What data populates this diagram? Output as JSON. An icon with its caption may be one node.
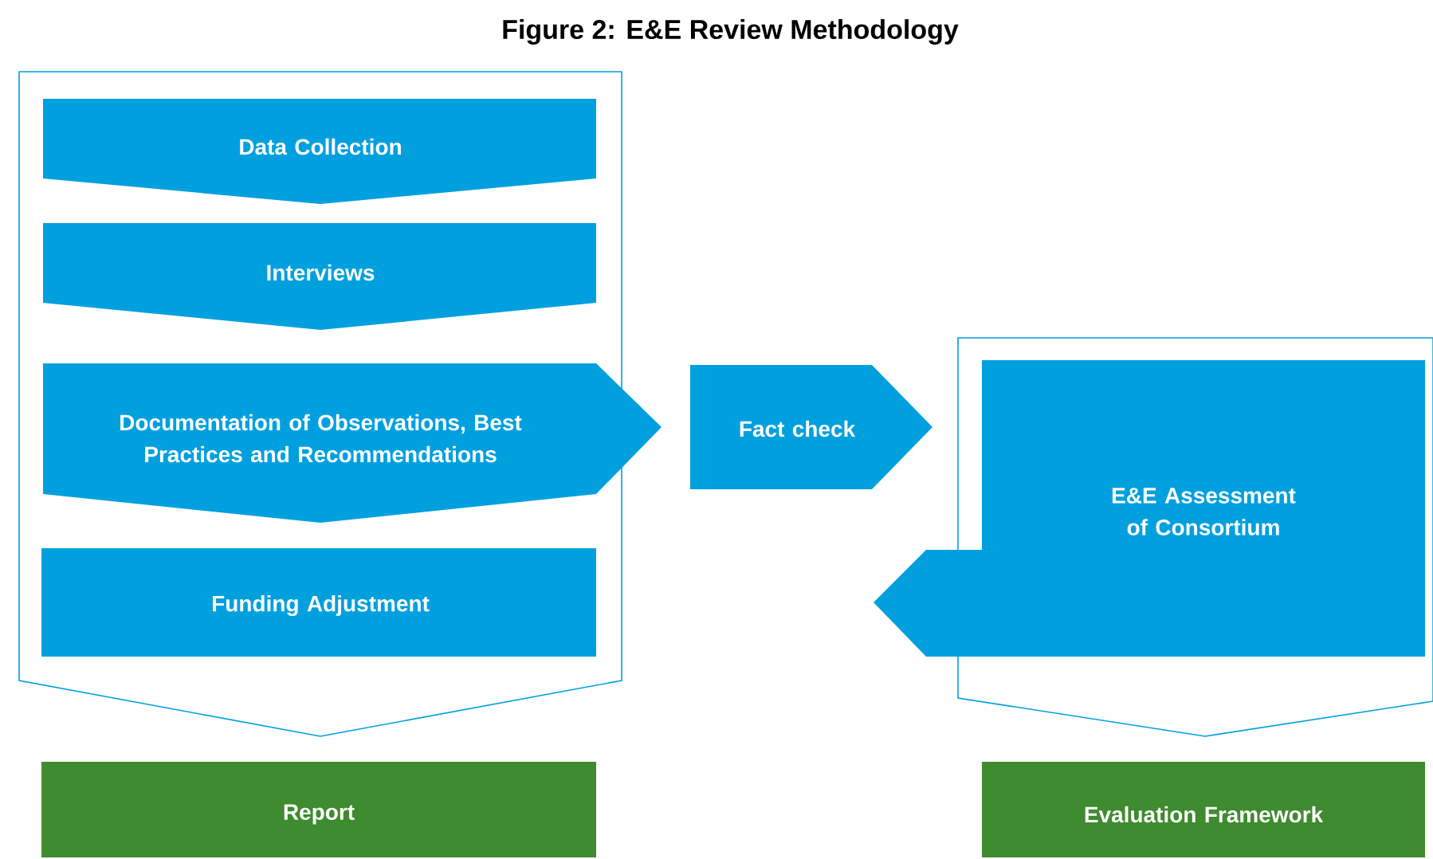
{
  "diagram": {
    "title": "Figure 2: E&E Review Methodology",
    "nodes": [
      {
        "text": [],
        "shape": "chevron"
      },
      {
        "text": [
          "Data Collection"
        ],
        "in": 0
      },
      {
        "text": [
          "Interviews"
        ],
        "in": 0
      },
      {
        "text": [
          "Documentation of Observations, Best Practices and Recommendations"
        ],
        "in": 0
      },
      {
        "text": [
          "Funding Adjustment"
        ],
        "in": 0
      },
      {
        "text": [
          "Fact check"
        ]
      },
      {
        "text": [],
        "shape": "chevron"
      },
      {
        "text": [
          "E&E Assessment of Consortium"
        ]
      },
      {
        "text": [
          "Report"
        ]
      },
      {
        "text": [
          "Evaluation Framework"
        ]
      }
    ]
  }
}
